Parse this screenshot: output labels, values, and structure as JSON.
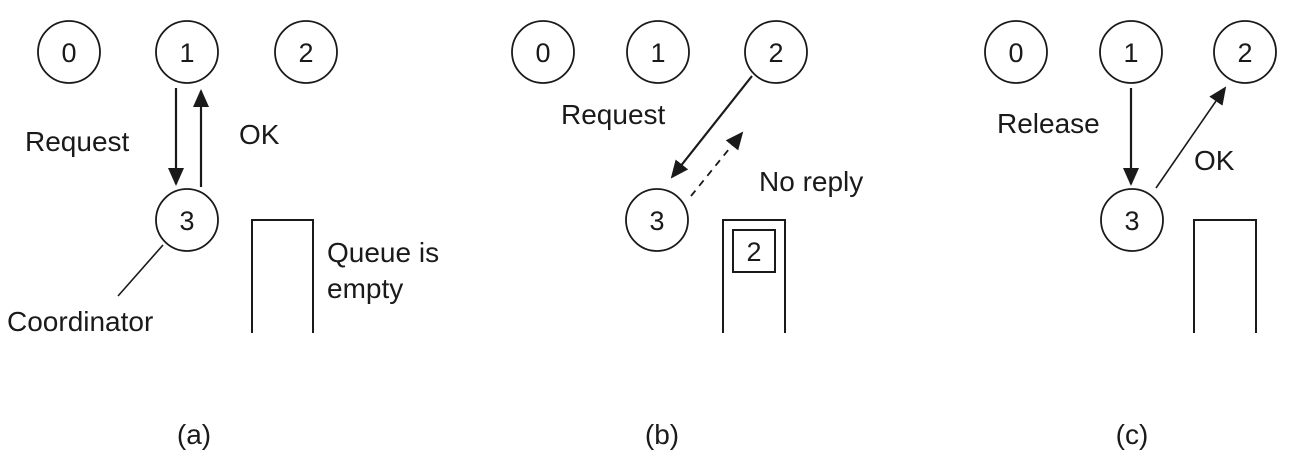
{
  "panels": [
    {
      "caption": "(a)",
      "nodes": [
        "0",
        "1",
        "2",
        "3"
      ],
      "messages": [
        "Request",
        "OK"
      ],
      "coordinator_label": "Coordinator",
      "queue_label_line1": "Queue is",
      "queue_label_line2": "empty",
      "queue_items": []
    },
    {
      "caption": "(b)",
      "nodes": [
        "0",
        "1",
        "2",
        "3"
      ],
      "messages": [
        "Request",
        "No reply"
      ],
      "queue_items": [
        "2"
      ]
    },
    {
      "caption": "(c)",
      "nodes": [
        "0",
        "1",
        "2",
        "3"
      ],
      "messages": [
        "Release",
        "OK"
      ],
      "queue_items": []
    }
  ]
}
